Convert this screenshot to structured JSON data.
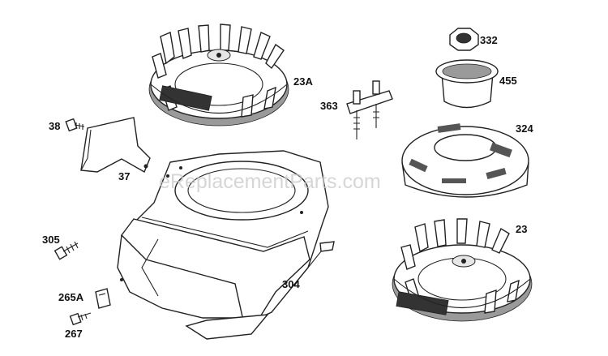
{
  "watermark": "eReplacementParts.com",
  "callouts": {
    "p23A": "23A",
    "p332": "332",
    "p455": "455",
    "p363": "363",
    "p324": "324",
    "p38": "38",
    "p37": "37",
    "p23": "23",
    "p305": "305",
    "p304": "304",
    "p265A": "265A",
    "p267": "267"
  },
  "parts": [
    {
      "id": "23A",
      "name": "flywheel"
    },
    {
      "id": "332",
      "name": "nut"
    },
    {
      "id": "455",
      "name": "cup"
    },
    {
      "id": "363",
      "name": "bracket with studs"
    },
    {
      "id": "324",
      "name": "screen"
    },
    {
      "id": "38",
      "name": "screw"
    },
    {
      "id": "37",
      "name": "baffle"
    },
    {
      "id": "23",
      "name": "flywheel"
    },
    {
      "id": "305",
      "name": "screw"
    },
    {
      "id": "304",
      "name": "blower housing"
    },
    {
      "id": "265A",
      "name": "clip"
    },
    {
      "id": "267",
      "name": "screw"
    }
  ]
}
